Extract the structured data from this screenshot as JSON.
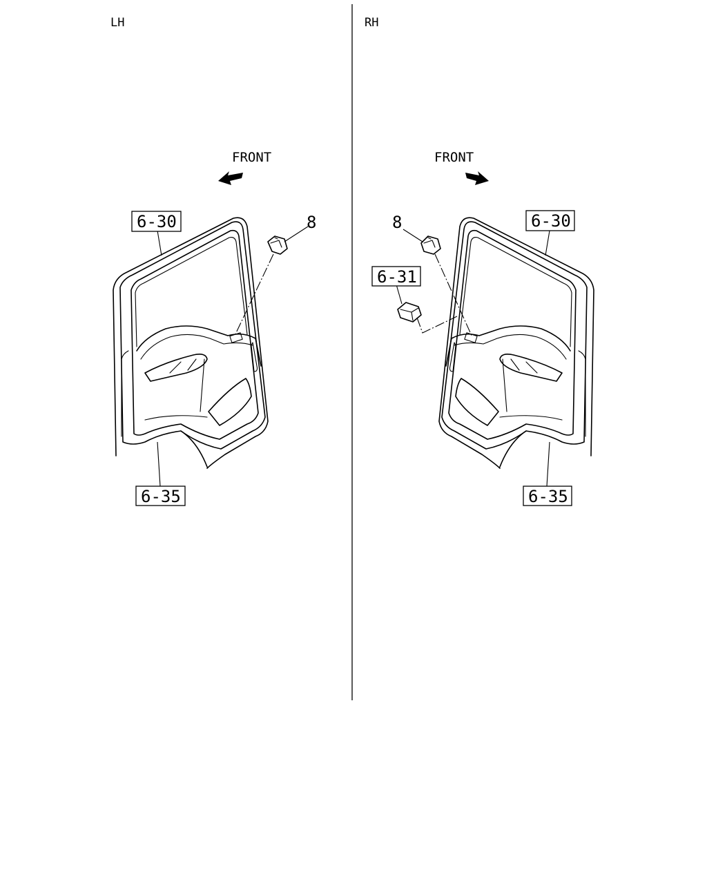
{
  "sides": {
    "left": "LH",
    "right": "RH"
  },
  "front_label": "FRONT",
  "callouts": {
    "lh_top_ref": "6-30",
    "lh_bottom_ref": "6-35",
    "lh_part": "8",
    "rh_top_ref": "6-30",
    "rh_mid_ref": "6-31",
    "rh_bottom_ref": "6-35",
    "rh_part": "8"
  }
}
